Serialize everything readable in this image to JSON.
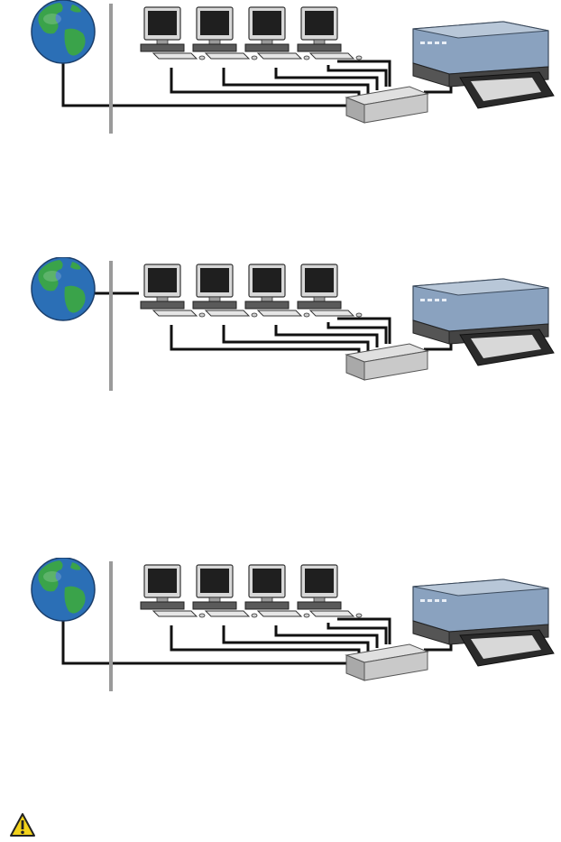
{
  "diagrams": [
    {
      "id": "network-diagram-1",
      "internet_link": "router",
      "computers": 4,
      "has_printer": true
    },
    {
      "id": "network-diagram-2",
      "internet_link": "computer-1",
      "computers": 4,
      "has_printer": true
    },
    {
      "id": "network-diagram-3",
      "internet_link": "router",
      "computers": 4,
      "has_printer": true
    }
  ],
  "icons": {
    "internet": "globe-icon",
    "computer": "desktop-computer-icon",
    "router": "network-router-icon",
    "printer": "printer-icon",
    "warning": "warning-triangle-icon"
  },
  "colors": {
    "ocean": "#2b6fb6",
    "land": "#3aa34a",
    "firewall": "#9a9a9a",
    "cable": "#111111",
    "printer_body": "#8aa2bf",
    "router_body": "#c9c9c9",
    "warning_fill": "#f2d21b"
  }
}
